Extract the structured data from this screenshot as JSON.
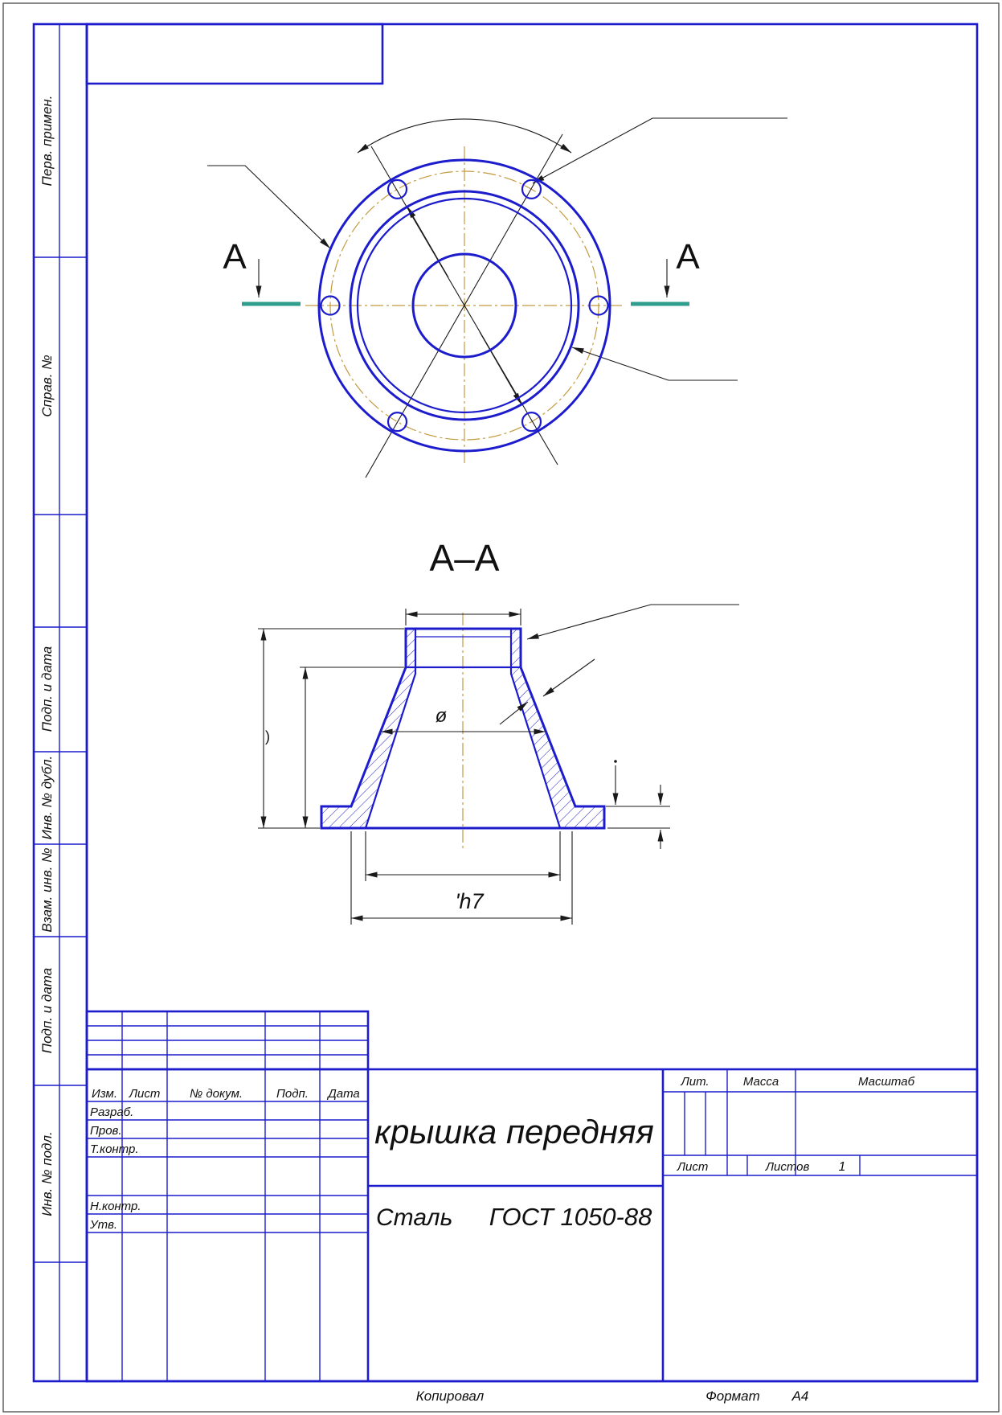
{
  "drawing": {
    "section_view_label": "A–A",
    "cut_plane_letter": "A",
    "diameter_symbol": "ø",
    "tolerance_text": "'h7",
    "clipped_dim_text": ")"
  },
  "margin_column": {
    "labels": [
      "Перв. примен.",
      "Справ. №",
      "Подп. и дата",
      "Инв. № дубл.",
      "Взам. инв. №",
      "Подп. и дата",
      "Инв. № подл."
    ]
  },
  "title_block": {
    "revision_header": [
      "Изм.",
      "Лист",
      "№ докум.",
      "Подп.",
      "Дата"
    ],
    "signature_rows": [
      "Разраб.",
      "Пров.",
      "Т.контр.",
      "Н.контр.",
      "Утв."
    ],
    "part_name": "крышка передняя",
    "material": "Сталь",
    "material_standard": "ГОСТ 1050-88",
    "lit_label": "Лит.",
    "mass_label": "Масса",
    "scale_label": "Масштаб",
    "sheet_label": "Лист",
    "sheets_label": "Листов",
    "sheets_value": "1"
  },
  "footer": {
    "copied_label": "Копировал",
    "format_label": "Формат",
    "format_value": "A4"
  },
  "colors": {
    "outline_blue": "#1c1ccd",
    "centerline_tan": "#c49a3f",
    "section_plane_teal": "#2f9e8f",
    "dimension_black": "#1a1a1a"
  }
}
